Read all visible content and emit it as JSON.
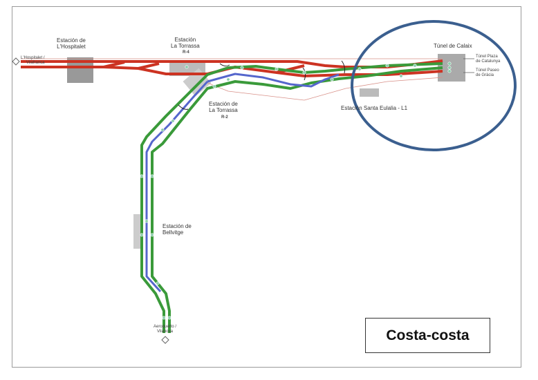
{
  "stations": {
    "hospitalet": "Estación de\nL'Hospitalet",
    "torrassa_r4": "Estación\nLa Torrassa",
    "torrassa_r4_line": "R-4",
    "torrassa_r2": "Estación de\nLa Torrassa",
    "torrassa_r2_line": "R-2",
    "santa_eulalia": "Estación Santa Eulalia - L1",
    "bellvitge": "Estación de\nBellvitge",
    "calaix": "Túnel de Calaix"
  },
  "endpoints": {
    "west": "L'Hospitalet /\nVilafranca",
    "south": "Aeropuerto /\nVilanova",
    "east_upper": "Túnel Plaza\nde Catalunya",
    "east_lower": "Túnel Paseo\nde Gràcia"
  },
  "legend": "Costa-costa",
  "colors": {
    "red": "#cc3322",
    "green": "#3a9a3a",
    "blue": "#5566cc",
    "highlight": "#3b5f8f"
  }
}
